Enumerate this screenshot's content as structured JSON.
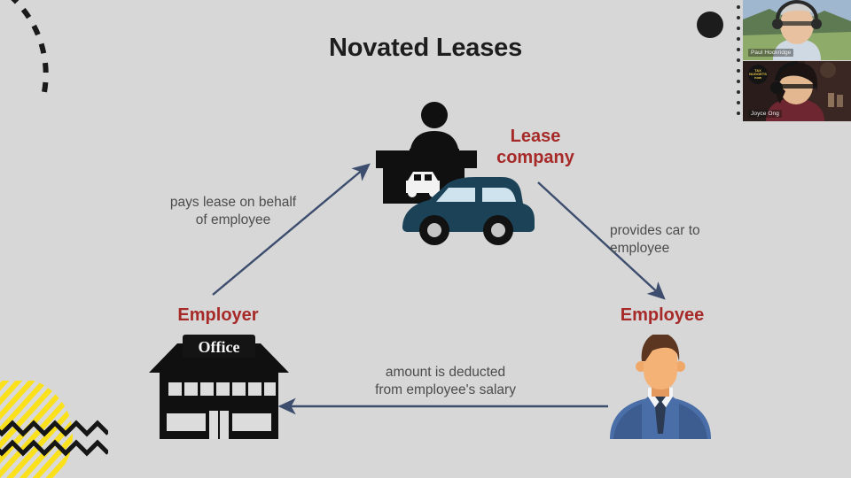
{
  "slide": {
    "title": "Novated Leases",
    "background_color": "#d7d7d7",
    "accent_color": "#a62a28",
    "arrow_color": "#3d4d6e",
    "decorations": {
      "arc_icon": "dashed-arc",
      "dot_icon": "black-circle",
      "dotted_line_icon": "vertical-dotted-line",
      "yellow_icon": "yellow-striped-circle",
      "zigzag_icon": "black-zigzag-lines"
    }
  },
  "nodes": [
    {
      "id": "lease-company",
      "label": "Lease\ncompany",
      "icon": "desk-agent-and-car-icon"
    },
    {
      "id": "employer",
      "label": "Employer",
      "icon": "office-building-icon",
      "building_sign": "Office"
    },
    {
      "id": "employee",
      "label": "Employee",
      "icon": "businessman-avatar-icon"
    }
  ],
  "edges": [
    {
      "id": "employer-to-lease",
      "label": "pays lease on behalf\nof employee",
      "from": "employer",
      "to": "lease-company"
    },
    {
      "id": "lease-to-employee",
      "label": "provides car to\nemployee",
      "from": "lease-company",
      "to": "employee"
    },
    {
      "id": "employee-to-employer",
      "label": "amount is deducted\nfrom employee's salary",
      "from": "employee",
      "to": "employer"
    }
  ],
  "video_panel": {
    "participants": [
      {
        "name": "Paul Hockridge",
        "badge": ""
      },
      {
        "name": "Joyce Ong",
        "badge": "TAX\nNUGGETS\nnow"
      }
    ]
  }
}
